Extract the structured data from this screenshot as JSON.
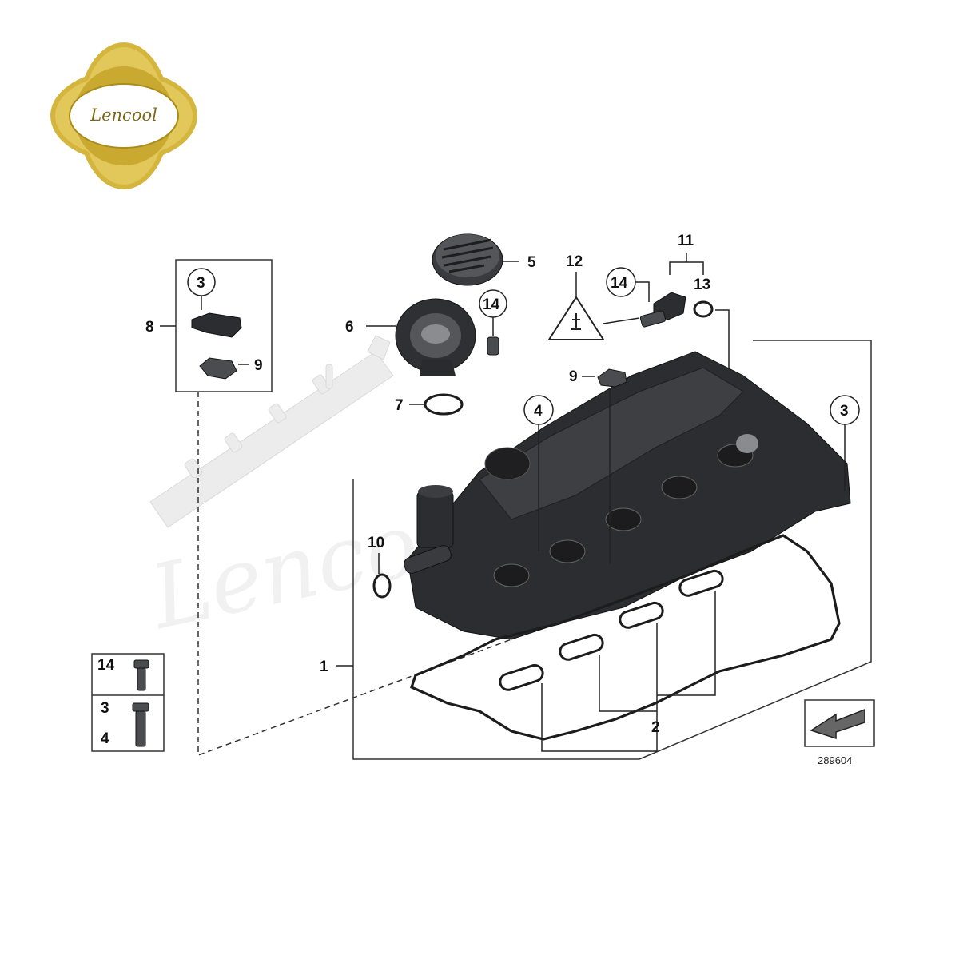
{
  "logo": {
    "brand_text": "Lencool",
    "colors": {
      "gold": "#d4b63e",
      "gold_dark": "#a88c1c"
    }
  },
  "watermark": {
    "text": "Lencool"
  },
  "callouts": {
    "c1": "1",
    "c2": "2",
    "c3_insert": "3",
    "c3_cover": "3",
    "c4": "4",
    "c5": "5",
    "c6": "6",
    "c7": "7",
    "c8": "8",
    "c9_insert": "9",
    "c9_cover": "9",
    "c10": "10",
    "c11": "11",
    "c12": "12",
    "c13": "13",
    "c14_cap": "14",
    "c14_sensor": "14"
  },
  "fastener_legend": {
    "row1_label": "14",
    "row2_label_a": "3",
    "row2_label_b": "4"
  },
  "diagram_number": "289604",
  "colors": {
    "part": "#2c2d30",
    "line": "#222222",
    "rail": "#ececec"
  }
}
